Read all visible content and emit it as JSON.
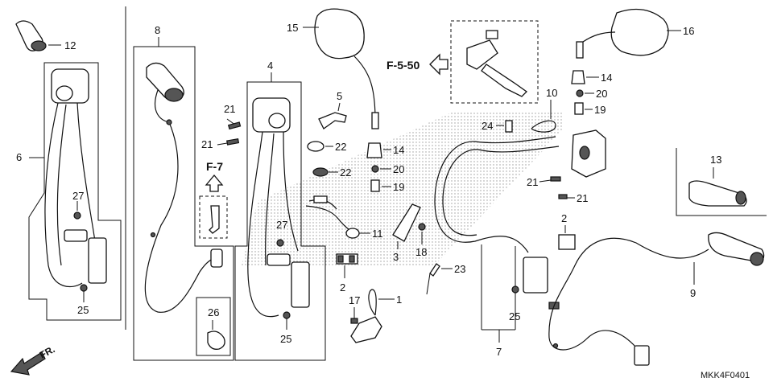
{
  "diagram_code": "MKK4F0401",
  "front_label": "FR.",
  "page_refs": {
    "left": "F-7",
    "right": "F-5-50"
  },
  "callouts": {
    "c12": "12",
    "c6": "6",
    "c27a": "27",
    "c25a": "25",
    "c8": "8",
    "c21a": "21",
    "c21b": "21",
    "c26": "26",
    "c4": "4",
    "c27b": "27",
    "c25b": "25",
    "c15": "15",
    "c5": "5",
    "c22a": "22",
    "c22b": "22",
    "c14a": "14",
    "c20a": "20",
    "c19a": "19",
    "c11": "11",
    "c3": "3",
    "c18": "18",
    "c23": "23",
    "c2a": "2",
    "c17": "17",
    "c1": "1",
    "c10": "10",
    "c24": "24",
    "c21c": "21",
    "c21d": "21",
    "c2b": "2",
    "c25c": "25",
    "c7": "7",
    "c16": "16",
    "c14b": "14",
    "c20b": "20",
    "c19b": "19",
    "c13": "13",
    "c9": "9"
  }
}
